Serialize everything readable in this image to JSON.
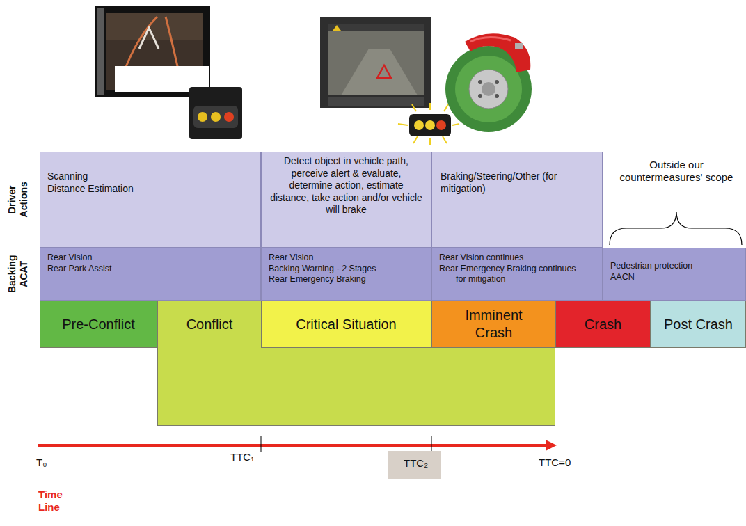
{
  "diagram": {
    "nodes": [
      {
        "text": [
          "Scanning",
          "Distance Estimation"
        ]
      },
      {
        "text": [
          "Detect object in vehicle path, perceive alert & evaluate, determine action, estimate distance, take action and/or vehicle will brake"
        ]
      },
      {
        "text": [
          "Braking/Steering/Other (for mitigation)"
        ]
      },
      {
        "text": [
          "Rear Vision",
          "Rear Park Assist"
        ]
      },
      {
        "text": [
          "Rear Vision",
          "Backing Warning - 2 Stages",
          "Rear Emergency Braking"
        ]
      },
      {
        "text": [
          "Rear Vision continues",
          "Rear Emergency Braking continues for mitigation"
        ]
      },
      {
        "text": [
          "Pedestrian protection",
          "AACN"
        ]
      },
      {
        "text": [
          "Pre-Conflict"
        ]
      },
      {
        "text": [
          "Conflict"
        ]
      },
      {
        "text": [
          "Critical Situation"
        ],
        "in": 8
      },
      {
        "text": [
          "Imminent Crash"
        ],
        "in": 8
      },
      {
        "text": [
          "Crash"
        ]
      },
      {
        "text": [
          "Post Crash"
        ]
      }
    ],
    "labels": [
      "Driver Actions",
      "Backing ACAT",
      "Outside our countermeasures' scope",
      "T₀",
      "TTC₁",
      "TTC₂",
      "TTC=0",
      "Time Line"
    ]
  }
}
